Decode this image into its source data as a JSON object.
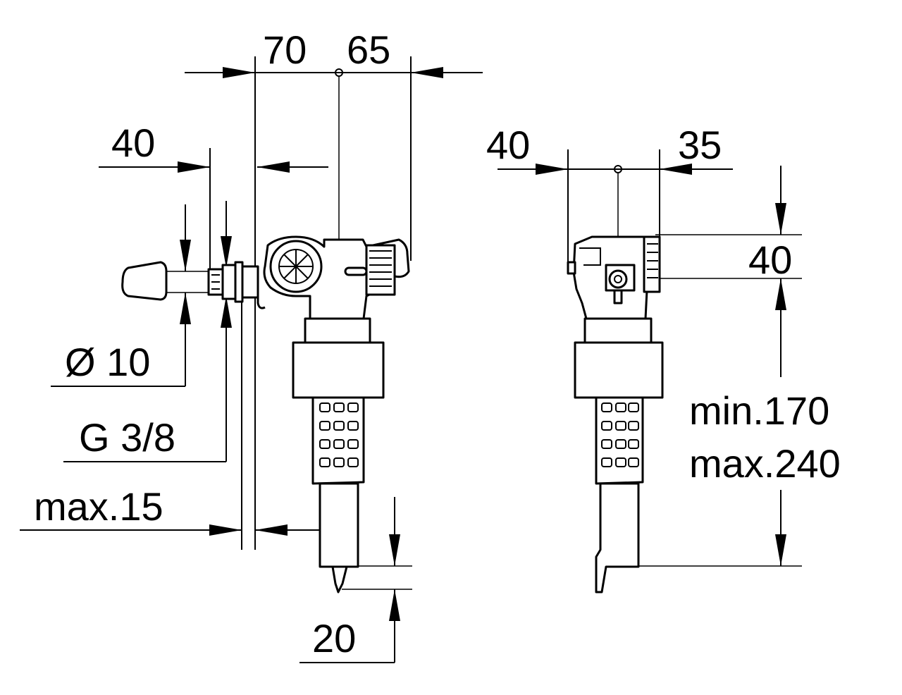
{
  "dimensions": {
    "left_view": {
      "top_left": "70",
      "top_right": "65",
      "mid_left": "40",
      "diameter": "Ø 10",
      "thread": "G 3/8",
      "max_thickness": "max.15",
      "bottom": "20"
    },
    "right_view": {
      "top_left": "40",
      "top_right": "35",
      "height_head": "40",
      "height_min": "min.170",
      "height_max": "max.240"
    }
  },
  "colors": {
    "line": "#000000",
    "background": "#ffffff"
  }
}
